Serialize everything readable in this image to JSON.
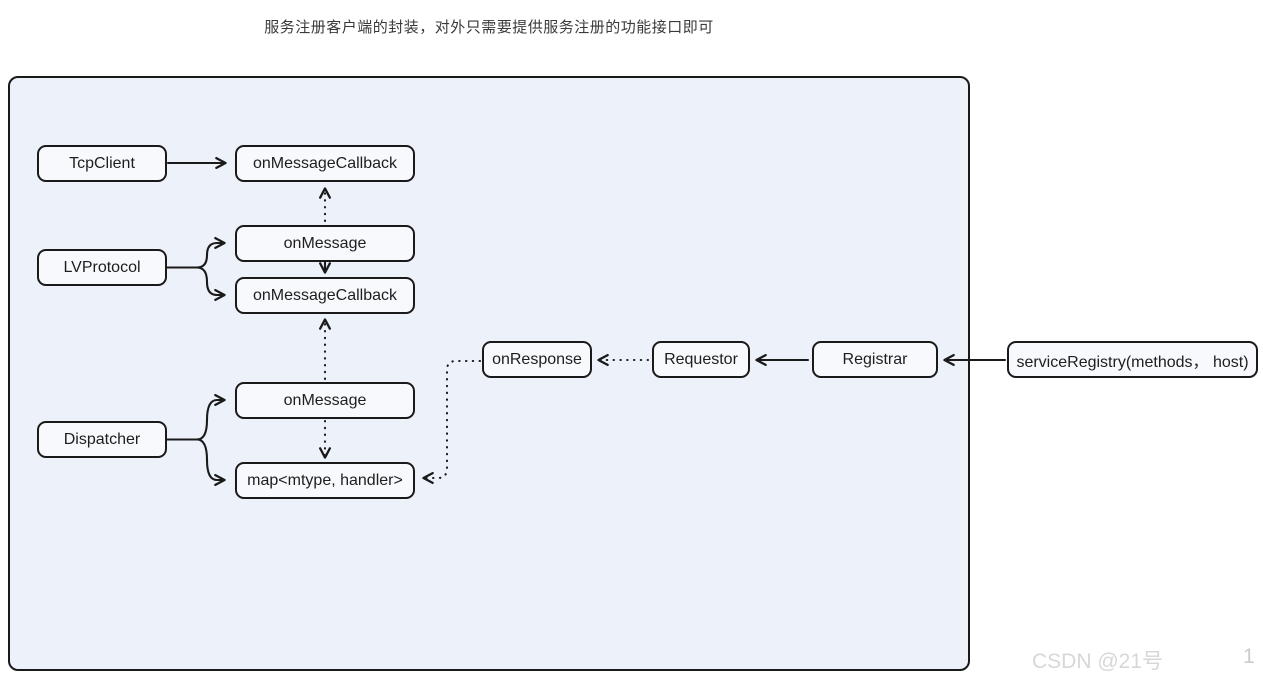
{
  "caption": "服务注册客户端的封装，对外只需要提供服务注册的功能接口即可",
  "nodes": {
    "tcp_client": "TcpClient",
    "tcp_on_message_callback": "onMessageCallback",
    "lv_protocol": "LVProtocol",
    "lv_on_message": "onMessage",
    "lv_on_message_callback": "onMessageCallback",
    "dispatcher": "Dispatcher",
    "dispatcher_on_message": "onMessage",
    "dispatcher_map": "map<mtype, handler>",
    "on_response": "onResponse",
    "requestor": "Requestor",
    "registrar": "Registrar",
    "service_registry": "serviceRegistry(methods， host)"
  },
  "edges": [
    {
      "from": "tcp_client",
      "to": "tcp_on_message_callback",
      "style": "solid"
    },
    {
      "from": "lv_on_message",
      "to": "tcp_on_message_callback",
      "style": "dotted"
    },
    {
      "from": "lv_protocol",
      "to": "lv_on_message",
      "style": "solid"
    },
    {
      "from": "lv_protocol",
      "to": "lv_on_message_callback",
      "style": "solid"
    },
    {
      "from": "lv_on_message",
      "to": "lv_on_message_callback",
      "style": "solid"
    },
    {
      "from": "dispatcher_on_message",
      "to": "lv_on_message_callback",
      "style": "dotted"
    },
    {
      "from": "dispatcher",
      "to": "dispatcher_on_message",
      "style": "solid"
    },
    {
      "from": "dispatcher",
      "to": "dispatcher_map",
      "style": "solid"
    },
    {
      "from": "dispatcher_on_message",
      "to": "dispatcher_map",
      "style": "dotted"
    },
    {
      "from": "on_response",
      "to": "dispatcher_map",
      "style": "dotted"
    },
    {
      "from": "requestor",
      "to": "on_response",
      "style": "dotted"
    },
    {
      "from": "registrar",
      "to": "requestor",
      "style": "solid"
    },
    {
      "from": "service_registry",
      "to": "registrar",
      "style": "solid"
    }
  ],
  "watermark": {
    "brand": "CSDN @21号",
    "page_number": "1"
  },
  "colors": {
    "canvas_fill": "#edf1fa",
    "node_fill": "#f7f9fd",
    "stroke": "#1a1a1a",
    "caption_text": "#3a3a3a",
    "watermark_text": "#d7d7d7"
  }
}
